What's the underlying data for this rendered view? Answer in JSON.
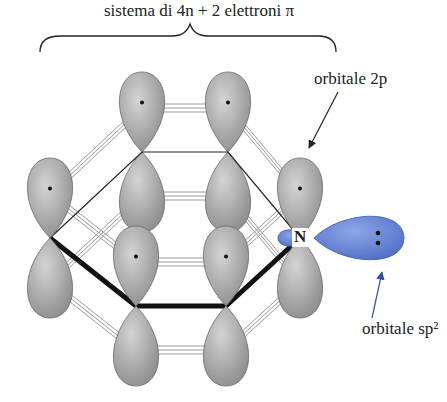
{
  "diagram": {
    "labels": [
      "sistema di 4n + 2 elettroni π",
      "orbitale 2p",
      "N",
      "orbitale sp²"
    ]
  }
}
